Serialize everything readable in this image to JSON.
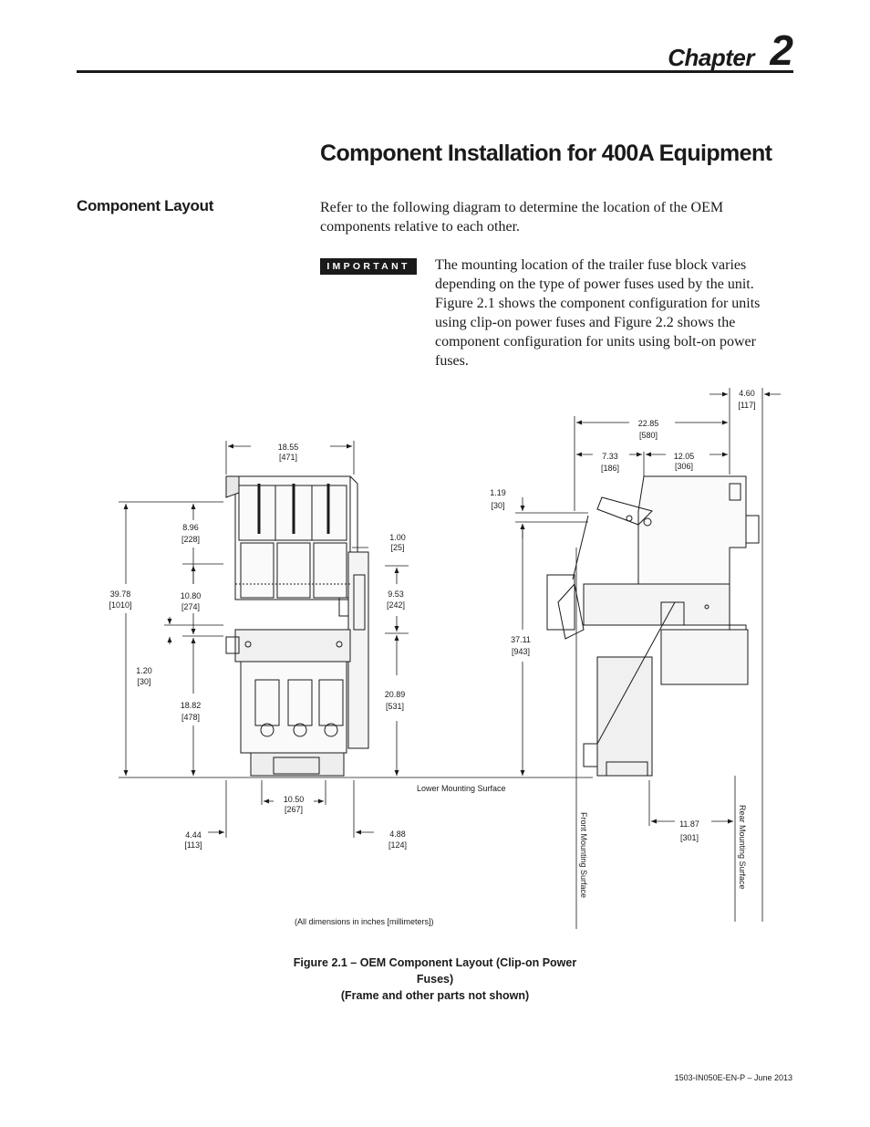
{
  "header": {
    "chapter_label": "Chapter",
    "chapter_number": "2"
  },
  "page_title": "Component Installation for 400A Equipment",
  "section": {
    "heading": "Component Layout",
    "intro": "Refer to the following diagram to determine the location of the OEM components relative to each other."
  },
  "important": {
    "badge": "IMPORTANT",
    "text": "The mounting location of the trailer fuse block varies depending on the type of power fuses used by the unit. Figure 2.1 shows the component configuration for units using clip-on power fuses and Figure 2.2 shows the component configuration for units using bolt-on power fuses."
  },
  "figure": {
    "dimensions": {
      "d1855": [
        "18.55",
        "[471]"
      ],
      "d896": [
        "8.96",
        "[228]"
      ],
      "d3978": [
        "39.78",
        "[1010]"
      ],
      "d1080": [
        "10.80",
        "[274]"
      ],
      "d100": [
        "1.00",
        "[25]"
      ],
      "d953": [
        "9.53",
        "[242]"
      ],
      "d120": [
        "1.20",
        "[30]"
      ],
      "d1882": [
        "18.82",
        "[478]"
      ],
      "d2089": [
        "20.89",
        "[531]"
      ],
      "d1050": [
        "10.50",
        "[267]"
      ],
      "d444": [
        "4.44",
        "[113]"
      ],
      "d488": [
        "4.88",
        "[124]"
      ],
      "d460": [
        "4.60",
        "[117]"
      ],
      "d2285": [
        "22.85",
        "[580]"
      ],
      "d733": [
        "7.33",
        "[186]"
      ],
      "d1205": [
        "12.05",
        "[306]"
      ],
      "d119": [
        "1.19",
        "[30]"
      ],
      "d3711": [
        "37.11",
        "[943]"
      ],
      "d1187": [
        "11.87",
        "[301]"
      ]
    },
    "labels": {
      "lower_mounting": "Lower Mounting Surface",
      "front_mounting": "Front Mounting Surface",
      "rear_mounting": "Rear Mounting Surface",
      "units_note": "(All dimensions in inches [millimeters])"
    },
    "caption_line1": "Figure 2.1 – OEM Component Layout (Clip-on Power Fuses)",
    "caption_line2": "(Frame and other parts not shown)"
  },
  "footer": {
    "doc_id": "1503-IN050E-EN-P – June 2013"
  }
}
